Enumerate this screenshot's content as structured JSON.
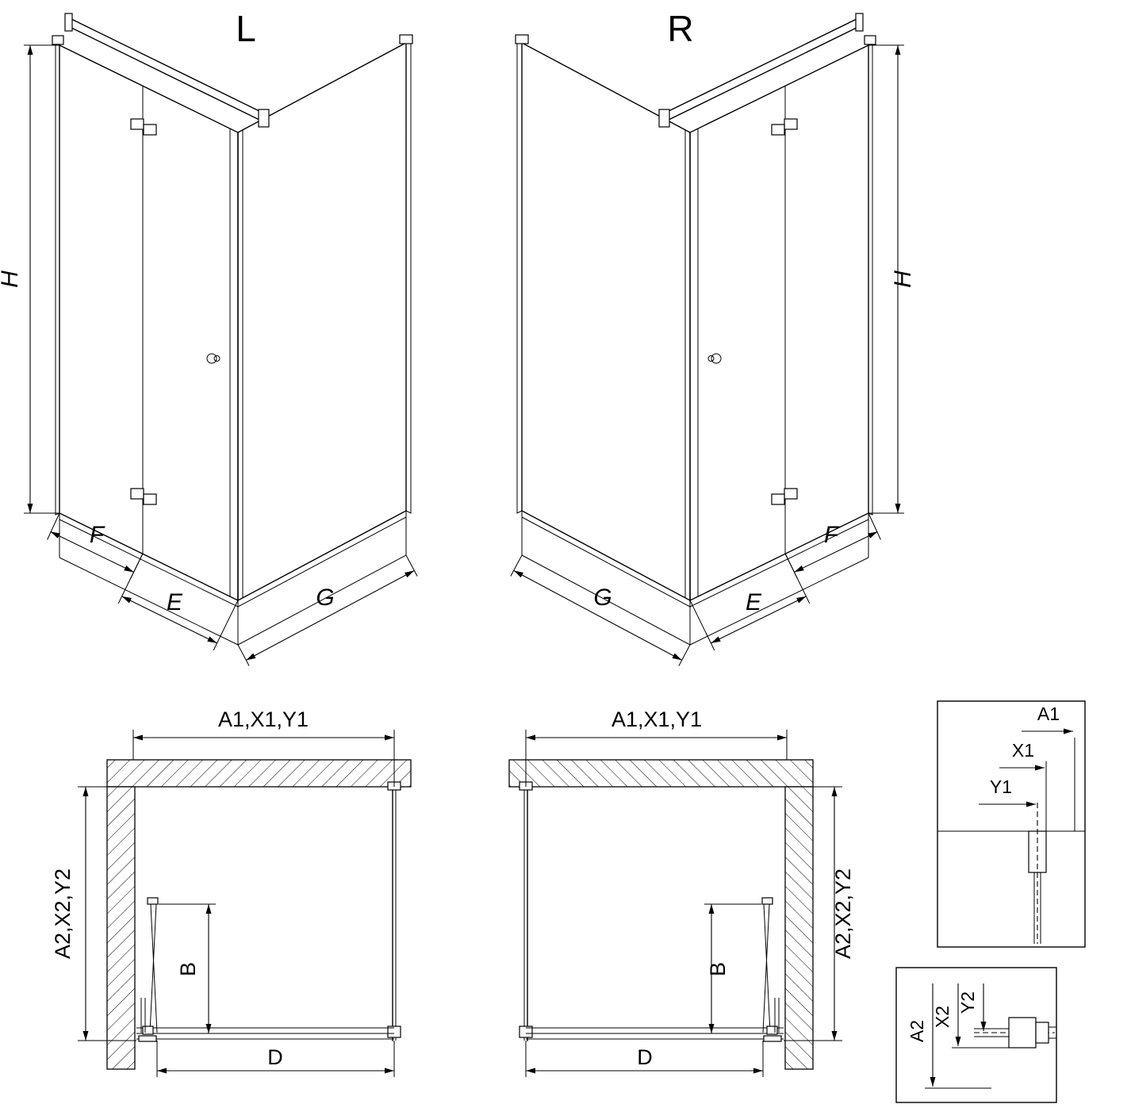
{
  "colors": {
    "line": "#000000",
    "background": "#ffffff"
  },
  "views": {
    "iso_left": {
      "label": "L",
      "height": "H",
      "front": "F",
      "entry": "E",
      "side": "G"
    },
    "iso_right": {
      "label": "R",
      "height": "H",
      "front": "F",
      "entry": "E",
      "side": "G"
    },
    "plan_left": {
      "top": "A1,X1,Y1",
      "side": "A2,X2,Y2",
      "door": "B",
      "width": "D"
    },
    "plan_right": {
      "top": "A1,X1,Y1",
      "side": "A2,X2,Y2",
      "door": "B",
      "width": "D"
    },
    "detail_top": {
      "a1": "A1",
      "x1": "X1",
      "y1": "Y1"
    },
    "detail_bottom": {
      "a2": "A2",
      "x2": "X2",
      "y2": "Y2"
    }
  }
}
